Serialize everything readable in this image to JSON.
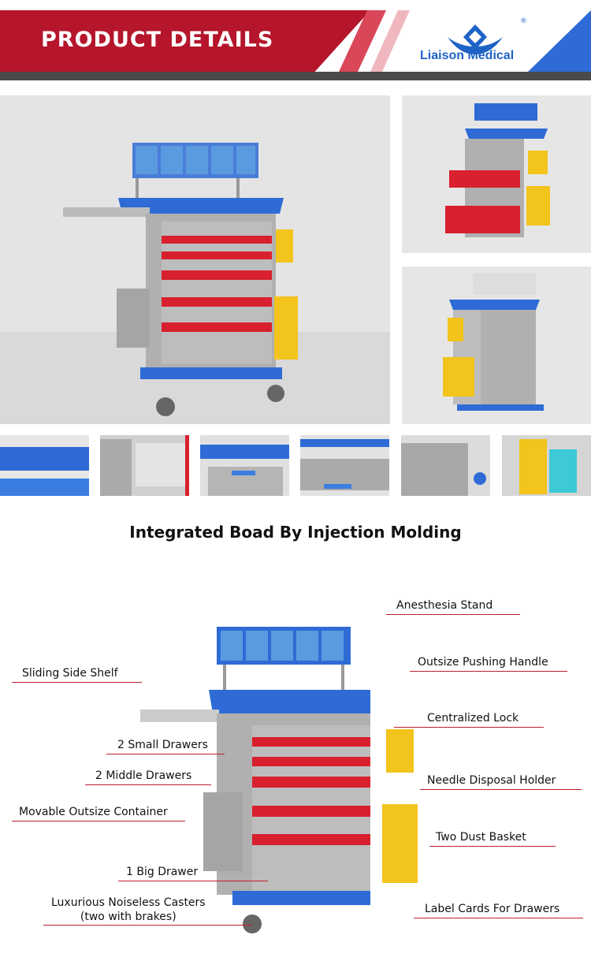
{
  "header": {
    "title": "PRODUCT DETAILS",
    "brand_name": "Liaison Medical",
    "registered_mark": "®"
  },
  "section_heading": "Integrated Boad By Injection Molding",
  "callouts": {
    "anesthesia_stand": "Anesthesia Stand",
    "outsize_pushing_handle": "Outsize Pushing Handle",
    "sliding_side_shelf": "Sliding Side Shelf",
    "centralized_lock": "Centralized Lock",
    "small_drawers": "2 Small Drawers",
    "middle_drawers": "2 Middle Drawers",
    "needle_disposal_holder": "Needle Disposal Holder",
    "movable_container": "Movable Outsize Container",
    "two_dust_basket": "Two Dust Basket",
    "big_drawer": "1 Big Drawer",
    "casters_line1": "Luxurious Noiseless Casters",
    "casters_line2": "(two with brakes)",
    "label_cards": "Label Cards For Drawers"
  },
  "colors": {
    "banner_red": "#b5162b",
    "brand_blue": "#1f63c7",
    "accent_blue": "#2e6bd6",
    "drawer_red": "#d8202e",
    "body_grey": "#a9a9a9",
    "bin_yellow": "#f2c41c"
  }
}
